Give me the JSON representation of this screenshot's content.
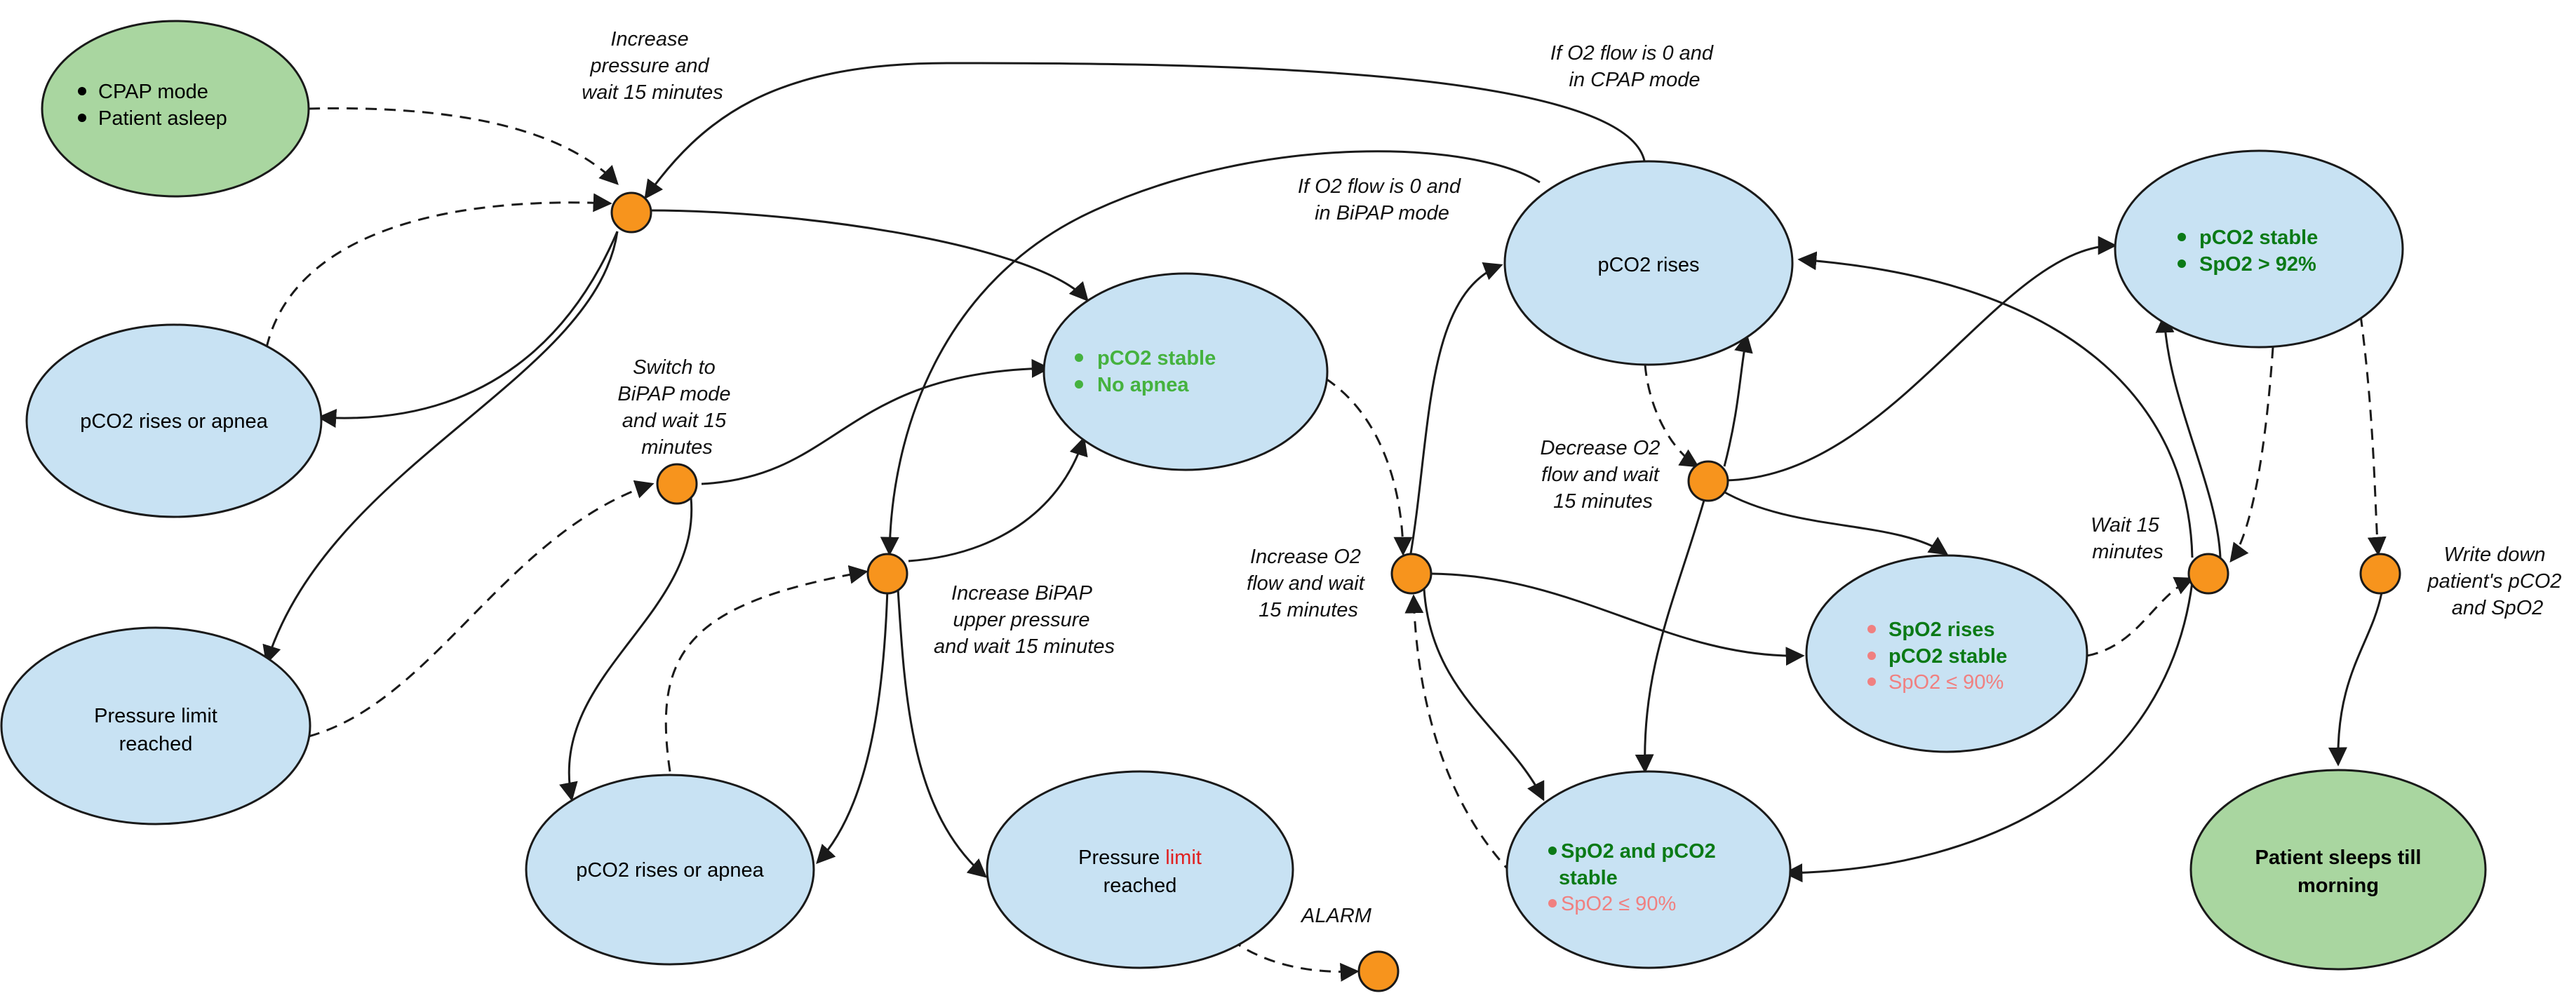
{
  "colors": {
    "state_blue": "#c8e2f3",
    "state_green": "#a9d6a0",
    "junction": "#f7941d",
    "stroke": "#1a1a1a",
    "green_text": "#0b7a16",
    "light_green_text": "#45b23f",
    "pink_text": "#f08080",
    "red_text": "#e02020"
  },
  "states": {
    "start": {
      "lines": [
        "CPAP mode",
        "Patient asleep"
      ],
      "bullets": true
    },
    "pco2_rises_apnea_1": {
      "text": "pCO2 rises or apnea"
    },
    "pressure_limit_1": {
      "lines": [
        "Pressure limit",
        "reached"
      ]
    },
    "pco2_rises_apnea_2": {
      "text": "pCO2 rises or apnea"
    },
    "pressure_limit_2": {
      "part1": "Pressure ",
      "part2": "limit",
      "line2": "reached"
    },
    "stable_no_apnea": {
      "lines": [
        "pCO2 stable",
        "No apnea"
      ],
      "bullets": true
    },
    "pco2_rises": {
      "text": "pCO2 rises"
    },
    "spo2_rises": {
      "lines": [
        "SpO2 rises",
        "pCO2 stable",
        "SpO2 ≤ 90%"
      ]
    },
    "spo2_pco2_stable": {
      "line1": "SpO2 and pCO2",
      "line2": "stable",
      "line3": "SpO2 ≤ 90%"
    },
    "stable_spo2_92": {
      "lines": [
        "pCO2 stable",
        "SpO2 > 92%"
      ]
    },
    "end": {
      "lines": [
        "Patient sleeps till",
        "morning"
      ]
    }
  },
  "labels": {
    "increase_pressure": [
      "Increase",
      "pressure and",
      "wait 15 minutes"
    ],
    "switch_bipap": [
      "Switch to",
      "BiPAP mode",
      "and wait 15",
      "minutes"
    ],
    "increase_bipap": [
      "Increase BiPAP",
      "upper pressure",
      "and wait 15 minutes"
    ],
    "alarm": "ALARM",
    "o2_zero_cpap": [
      "If O2 flow is 0 and",
      "in CPAP mode"
    ],
    "o2_zero_bipap": [
      "If O2 flow is 0 and",
      "in BiPAP mode"
    ],
    "increase_o2": [
      "Increase O2",
      "flow and wait",
      "15 minutes"
    ],
    "decrease_o2": [
      "Decrease O2",
      "flow and wait",
      "15 minutes"
    ],
    "wait_15": [
      "Wait 15",
      "minutes"
    ],
    "write_down": [
      "Write down",
      "patient's pCO2",
      "and SpO2"
    ]
  }
}
